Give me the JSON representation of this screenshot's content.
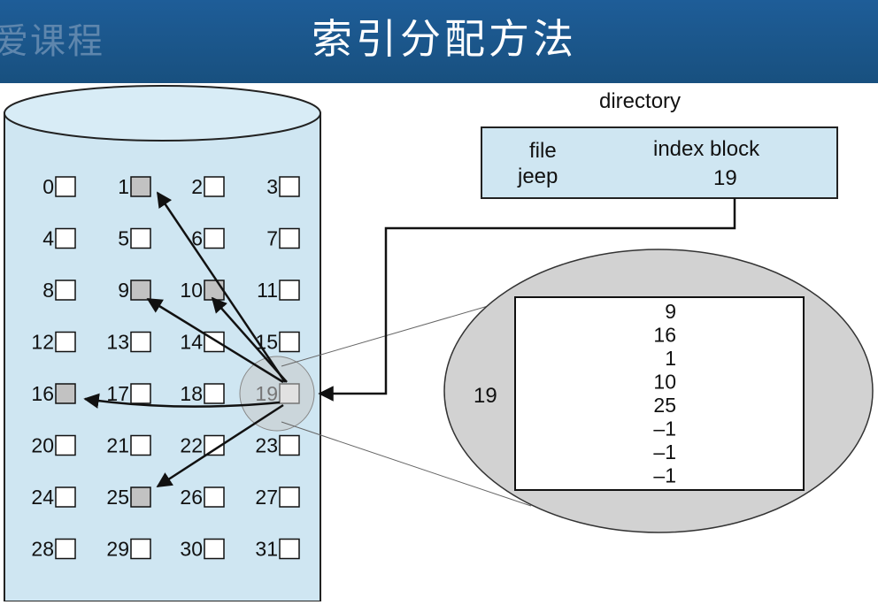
{
  "header": {
    "left_text": "爱课程",
    "title": "索引分配方法"
  },
  "diagram": {
    "disk_blocks": [
      "0",
      "1",
      "2",
      "3",
      "4",
      "5",
      "6",
      "7",
      "8",
      "9",
      "10",
      "11",
      "12",
      "13",
      "14",
      "15",
      "16",
      "17",
      "18",
      "19",
      "20",
      "21",
      "22",
      "23",
      "24",
      "25",
      "26",
      "27",
      "28",
      "29",
      "30",
      "31"
    ],
    "shaded_blocks": [
      1,
      9,
      10,
      16,
      25
    ],
    "directory": {
      "title": "directory",
      "col_file": "file",
      "col_index": "index block",
      "file": "jeep",
      "index_block": "19"
    },
    "index_block_label": "19",
    "index_entries": [
      "9",
      "16",
      "1",
      "10",
      "25",
      "–1",
      "–1",
      "–1"
    ],
    "colors": {
      "header": "#1b5a92",
      "cylinder": "#cfe6f2",
      "directory_box": "#cfe6f2",
      "shaded_block": "#c2c2c2",
      "zoom_circle": "#d2d2d2"
    }
  }
}
